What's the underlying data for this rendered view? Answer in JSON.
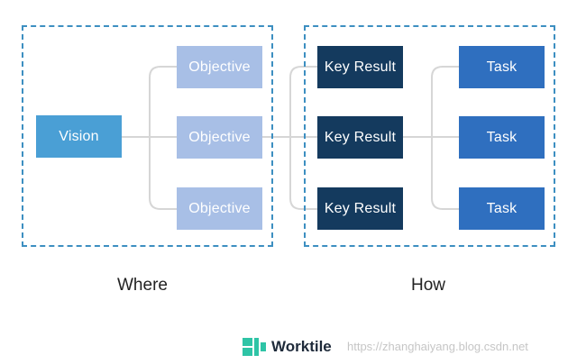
{
  "diagram": {
    "vision": {
      "label": "Vision"
    },
    "objectives": [
      {
        "label": "Objective"
      },
      {
        "label": "Objective"
      },
      {
        "label": "Objective"
      }
    ],
    "key_results": [
      {
        "label": "Key Result"
      },
      {
        "label": "Key Result"
      },
      {
        "label": "Key Result"
      }
    ],
    "tasks": [
      {
        "label": "Task"
      },
      {
        "label": "Task"
      },
      {
        "label": "Task"
      }
    ],
    "groups": {
      "where": {
        "label": "Where"
      },
      "how": {
        "label": "How"
      }
    }
  },
  "branding": {
    "logo_text": "Worktile",
    "logo_icon": "worktile-logo-icon",
    "watermark": "https://zhanghaiyang.blog.csdn.net"
  },
  "colors": {
    "dashed_border": "#3d8fc1",
    "vision": "#4a9fd5",
    "objective": "#a8bfe6",
    "key_result": "#143a5e",
    "task": "#2f6fbf",
    "logo": "#2ec4a6"
  }
}
